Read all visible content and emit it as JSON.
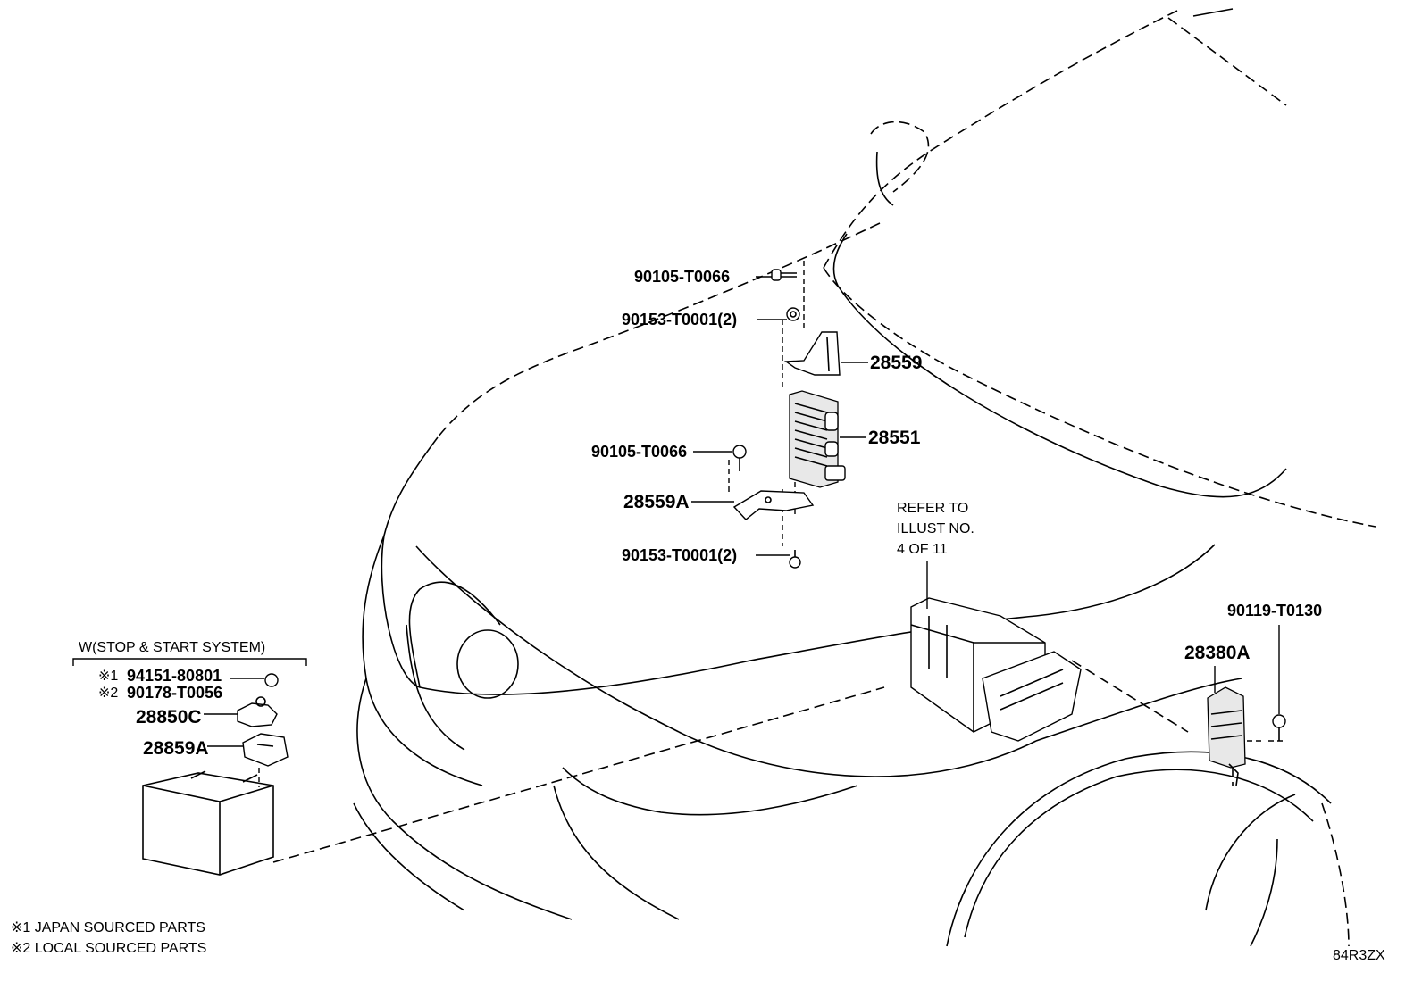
{
  "labels": {
    "p90105_top": "90105-T0066",
    "p90153_top": "90153-T0001(2)",
    "p28559": "28559",
    "p28551": "28551",
    "p90105_mid": "90105-T0066",
    "p28559A": "28559A",
    "p90153_bot": "90153-T0001(2)",
    "refer_line1": "REFER TO",
    "refer_line2": "ILLUST NO.",
    "refer_line3": "4 OF 11",
    "p90119": "90119-T0130",
    "p28380A": "28380A",
    "w_system": "W(STOP & START SYSTEM)",
    "m1": "※1",
    "p94151": "94151-80801",
    "m2": "※2",
    "p90178": "90178-T0056",
    "p28850C": "28850C",
    "p28859A": "28859A",
    "note1": "※1 JAPAN SOURCED PARTS",
    "note2": "※2 LOCAL SOURCED PARTS",
    "illust_code": "84R3ZX"
  }
}
